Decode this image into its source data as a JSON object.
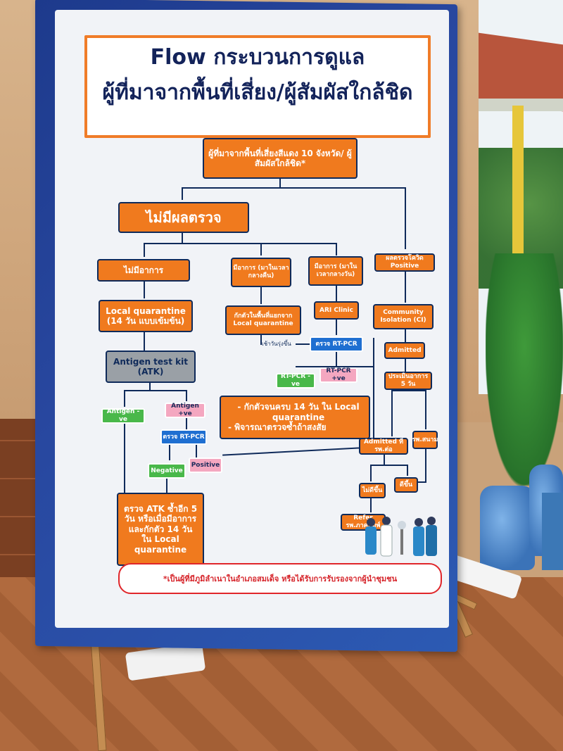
{
  "board": {
    "title_line1": "Flow กระบวนการดูแล",
    "title_line2": "ผู้ที่มาจากพื้นที่เสี่ยง/ผู้สัมผัสใกล้ชิด",
    "start_box": "ผู้ที่มาจากพื้นที่เสี่ยงสีแดง 10 จังหวัด/ ผู้สัมผัสใกล้ชิด*",
    "no_result": "ไม่มีผลตรวจ",
    "no_symptoms": "ไม่มีอาการ",
    "symptoms_night": "มีอาการ (มาในเวลากลางคืน)",
    "symptoms_day": "มีอาการ (มาในเวลากลางวัน)",
    "positive_result": "ผลตรวจโควิด Positive",
    "local_quarantine": "Local quarantine (14 วัน แบบเข้มข้น)",
    "isolate_area": "กักตัวในพื้นที่แยกจาก Local quarantine",
    "ari_clinic": "ARI Clinic",
    "community_isolation": "Community Isolation (CI)",
    "next_morning": "เช้าวันรุ่งขึ้น",
    "rt_pcr_top": "ตรวจ RT-PCR",
    "admitted": "Admitted",
    "atk": "Antigen test kit (ATK)",
    "rt_pcr_neg": "RT-PCR -ve",
    "rt_pcr_pos": "RT-PCR +ve",
    "assess_5days": "ประเมินอาการ 5 วัน",
    "antigen_neg": "Antigen -ve",
    "antigen_pos": "Antigen +ve",
    "quarantine_note_1": "- กักตัวจนครบ 14 วัน ใน Local quarantine",
    "quarantine_note_2": "- พิจารณาตรวจซ้ำถ้าสงสัย",
    "rt_pcr_mid": "ตรวจ RT-PCR",
    "negative": "Negative",
    "positive": "Positive",
    "admitted_hospital": "Admitted ที่ รพ.ต่อ",
    "hospital_field": "รพ.สนาม",
    "not_better": "ไม่ดีขึ้น",
    "better": "ดีขึ้น",
    "refer": "Refer รพ.ภาคพิมพ์",
    "atk_repeat": "ตรวจ ATK ซ้ำอีก 5 วัน หรือเมื่อมีอาการ และกักตัว 14 วัน ใน Local quarantine",
    "footer": "*เป็นผู้ที่มีภูมิลำเนาในอำเภอสมเด็จ หรือได้รับการรับรองจากผู้นำชุมชน"
  },
  "colors": {
    "board_blue": "#28479f",
    "box_orange": "#f07a1e",
    "navy": "#0f2a5a",
    "green": "#49b84a",
    "pink": "#f4a7c0",
    "red_note": "#d6242a"
  }
}
